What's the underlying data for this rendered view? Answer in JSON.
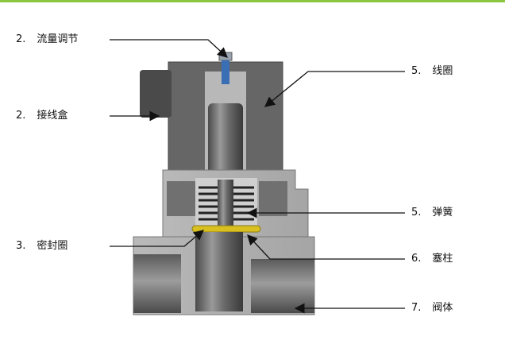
{
  "colors": {
    "accent_bar": "#8cc63f",
    "body_dark": "#555555",
    "body_mid": "#8a8a8a",
    "seal": "#d8c020",
    "screw": "#3a6fb5"
  },
  "labels": {
    "flow_adjust": {
      "num": "2.",
      "text": "流量调节"
    },
    "junction_box": {
      "num": "2.",
      "text": "接线盒"
    },
    "seal_ring": {
      "num": "3.",
      "text": "密封圈"
    },
    "coil": {
      "num": "5.",
      "text": "线圈"
    },
    "spring": {
      "num": "5.",
      "text": "弹簧"
    },
    "plunger": {
      "num": "6.",
      "text": "塞柱"
    },
    "valve_body": {
      "num": "7.",
      "text": "阀体"
    }
  }
}
